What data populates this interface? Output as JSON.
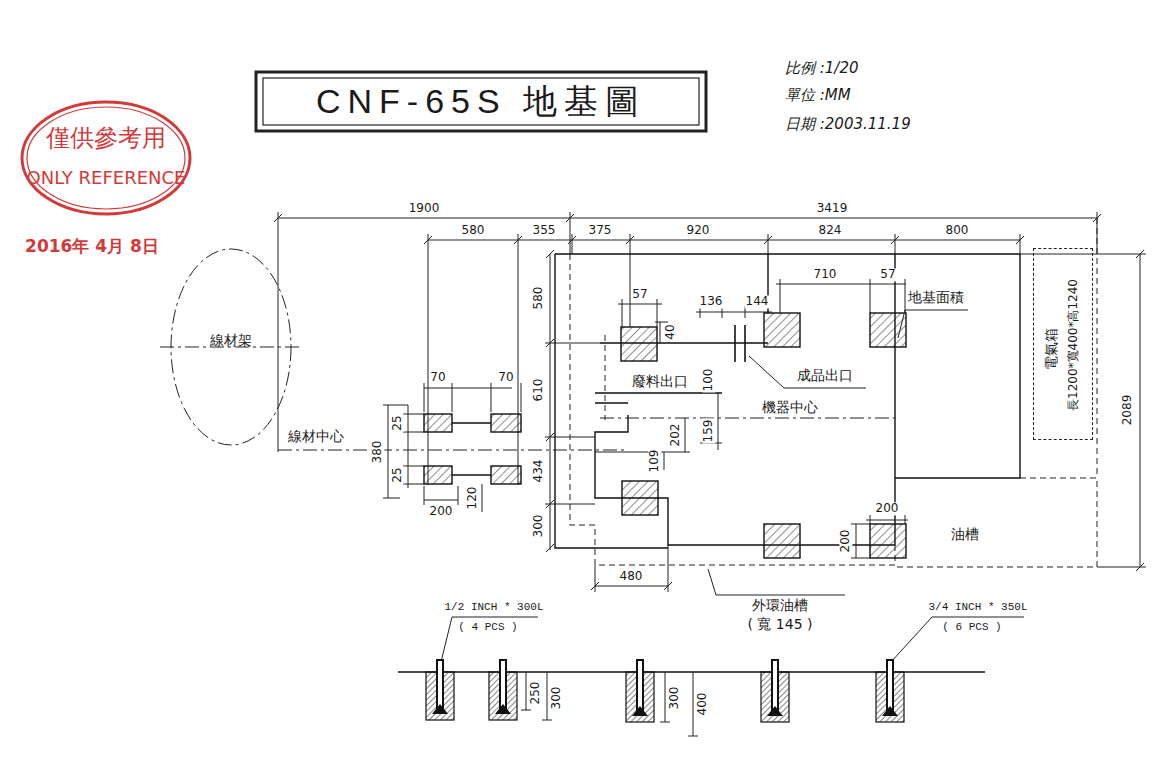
{
  "diagram": {
    "title": "CNF-65S 地基圖",
    "nodes": [
      {
        "text": [
          "僅供參考用",
          "ONLY REFERENCE",
          "2016年 4月 8日"
        ]
      },
      {
        "text": [
          "線材架"
        ]
      },
      {
        "text": [
          "電氣箱",
          "長1200*寬400*高1240"
        ]
      },
      {
        "text": [
          "油槽"
        ]
      }
    ],
    "labels": [
      "比例 :1/20",
      "單位 :MM",
      "日期 :2003.11.19",
      "1900",
      "3419",
      "580",
      "355",
      "375",
      "920",
      "824",
      "800",
      "580",
      "57",
      "40",
      "136",
      "144",
      "710",
      "57",
      "地基面積",
      "成品出口",
      "610",
      "廢料出口",
      "100",
      "機器中心",
      "202",
      "159",
      "109",
      "70",
      "70",
      "線材中心",
      "25",
      "380",
      "25",
      "120",
      "200",
      "434",
      "300",
      "480",
      "200",
      "200",
      "2089",
      "外環油槽",
      "( 寬 145 )",
      "1/2 INCH * 300L",
      "( 4 PCS )",
      "3/4 INCH * 350L",
      "( 6 PCS )",
      "250",
      "300",
      "300",
      "400"
    ]
  }
}
